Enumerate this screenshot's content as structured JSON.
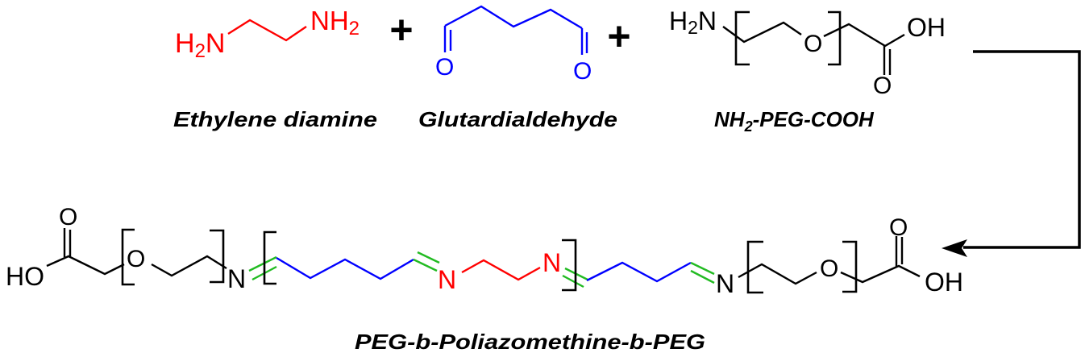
{
  "colors": {
    "ethylene_diamine": "#ff0000",
    "glutardialdehyde": "#0000ff",
    "imine_bond": "#22bb22",
    "peg": "#000000"
  },
  "reactants": {
    "ethylene_diamine": {
      "left_amine": {
        "pre": "H",
        "sub": "2",
        "post": "N"
      },
      "right_amine": {
        "pre": "NH",
        "sub": "2"
      },
      "label": "Ethylene diamine"
    },
    "plus_1": "+",
    "glutardialdehyde": {
      "left_oxygen": "O",
      "right_oxygen": "O",
      "label": "Glutardialdehyde"
    },
    "plus_2": "+",
    "nh2_peg_cooh": {
      "amine": {
        "pre": "H",
        "sub": "2",
        "post": "N"
      },
      "ether_oxygen": "O",
      "hydroxyl": "OH",
      "carbonyl_oxygen": "O",
      "label": {
        "pre": "NH",
        "sub": "2",
        "post": "-PEG-COOH"
      }
    }
  },
  "product": {
    "left_hydroxyl": "HO",
    "left_carbonyl_oxygen": "O",
    "left_ether_oxygen": "O",
    "imine_n_1": "N",
    "imine_n_2": "N",
    "imine_n_3": "N",
    "imine_n_4": "N",
    "right_ether_oxygen": "O",
    "right_carbonyl_oxygen": "O",
    "right_hydroxyl": "OH",
    "label": "PEG-b-Poliazomethine-b-PEG"
  }
}
